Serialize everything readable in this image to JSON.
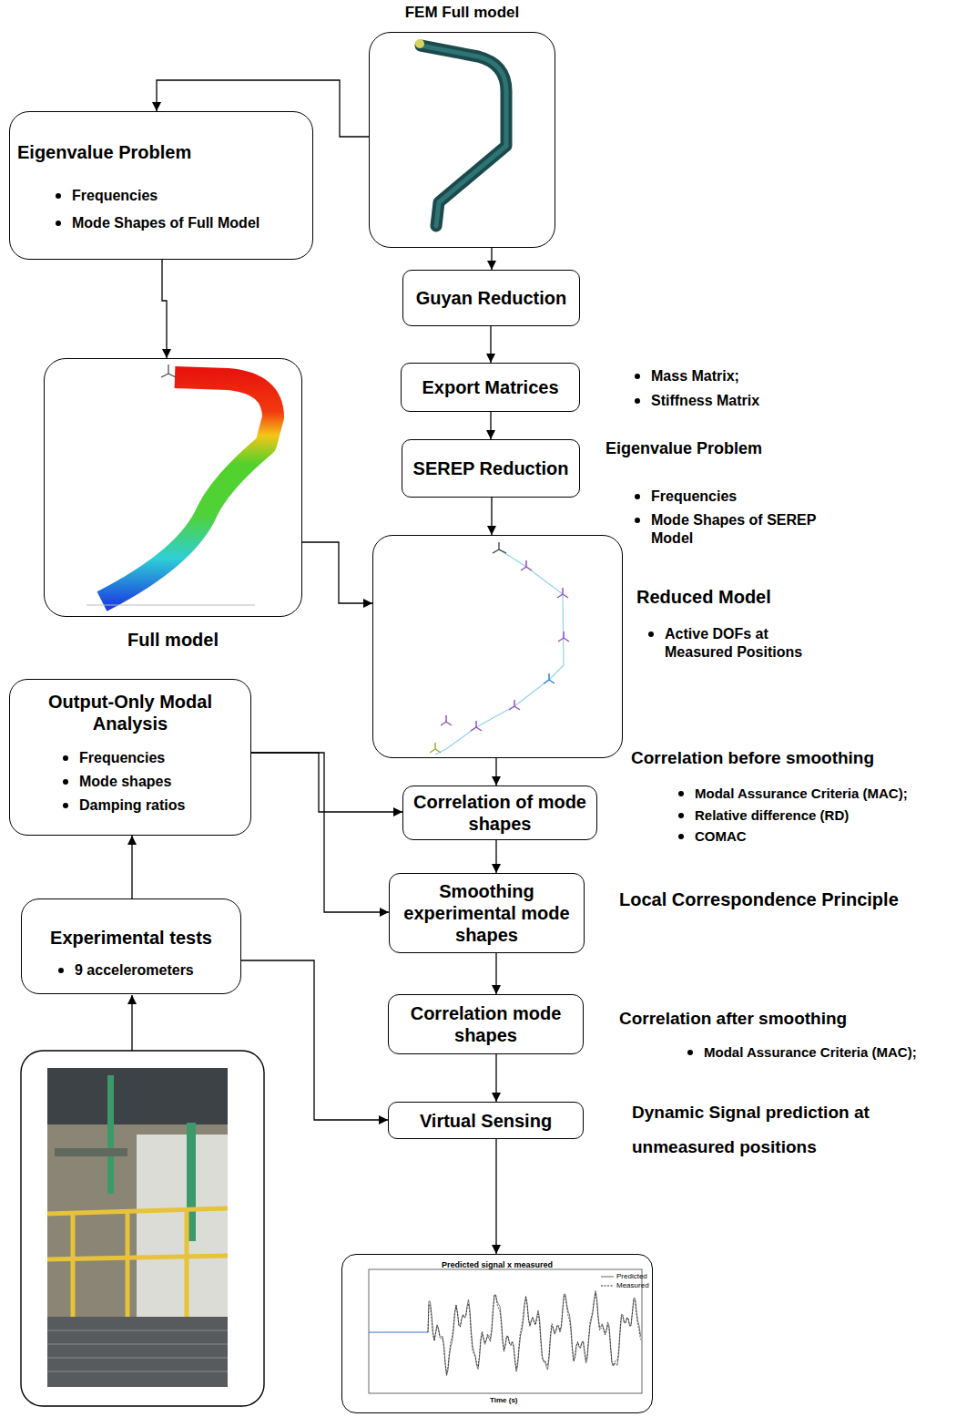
{
  "diagram": {
    "nodes": [
      {
        "text": [
          "FEM Full model"
        ]
      },
      {
        "text": [
          "Eigenvalue Problem",
          "Frequencies",
          "Mode Shapes of Full Model"
        ]
      },
      {
        "text": [
          "Full model"
        ]
      },
      {
        "text": [
          "Guyan Reduction"
        ]
      },
      {
        "text": [
          "Export Matrices"
        ]
      },
      {
        "text": [
          "SEREP Reduction"
        ]
      },
      {
        "text": [
          "Reduced Model"
        ]
      },
      {
        "text": [
          "Output-Only Modal Analysis",
          "Frequencies",
          "Mode shapes",
          "Damping ratios"
        ]
      },
      {
        "text": [
          "Correlation of mode shapes"
        ]
      },
      {
        "text": [
          "Smoothing experimental mode shapes"
        ]
      },
      {
        "text": [
          "Experimental tests",
          "9 accelerometers"
        ]
      },
      {
        "text": [
          "Correlation mode shapes"
        ]
      },
      {
        "text": [
          "Virtual Sensing"
        ]
      },
      {
        "text": [
          "Predicted signal x measured"
        ]
      }
    ],
    "edges": [
      {
        "from": 0,
        "to": 1,
        "arrow": "to"
      },
      {
        "from": 0,
        "to": 3,
        "arrow": "to"
      },
      {
        "from": 1,
        "to": 2,
        "arrow": "to"
      },
      {
        "from": 3,
        "to": 4,
        "arrow": "to"
      },
      {
        "from": 4,
        "to": 5,
        "arrow": "to"
      },
      {
        "from": 5,
        "to": 6,
        "arrow": "to"
      },
      {
        "from": 2,
        "to": 6,
        "arrow": "to"
      },
      {
        "from": 6,
        "to": 8,
        "arrow": "to"
      },
      {
        "from": 7,
        "to": 8,
        "arrow": "to"
      },
      {
        "from": 7,
        "to": 9,
        "arrow": "to"
      },
      {
        "from": 8,
        "to": 9,
        "arrow": "to"
      },
      {
        "from": 9,
        "to": 11,
        "arrow": "to"
      },
      {
        "from": 10,
        "to": 7,
        "arrow": "to"
      },
      {
        "from": 10,
        "to": 12,
        "arrow": "to"
      },
      {
        "from": 11,
        "to": 12,
        "arrow": "to"
      },
      {
        "from": 12,
        "to": 13,
        "arrow": "to"
      }
    ],
    "labels": [
      "Mass Matrix;",
      "Stiffness Matrix",
      "Eigenvalue Problem",
      "Frequencies",
      "Mode Shapes of SEREP Model",
      "Active DOFs at Measured Positions",
      "Correlation before smoothing",
      "Modal Assurance Criteria (MAC);",
      "Relative difference (RD)",
      "COMAC",
      "Local Correspondence Principle",
      "Correlation after smoothing",
      "Modal Assurance Criteria (MAC);",
      "Dynamic Signal prediction at unmeasured positions",
      "Time (s)"
    ],
    "legend": [
      {
        "text": "Predicted"
      },
      {
        "text": "Measured"
      }
    ]
  }
}
